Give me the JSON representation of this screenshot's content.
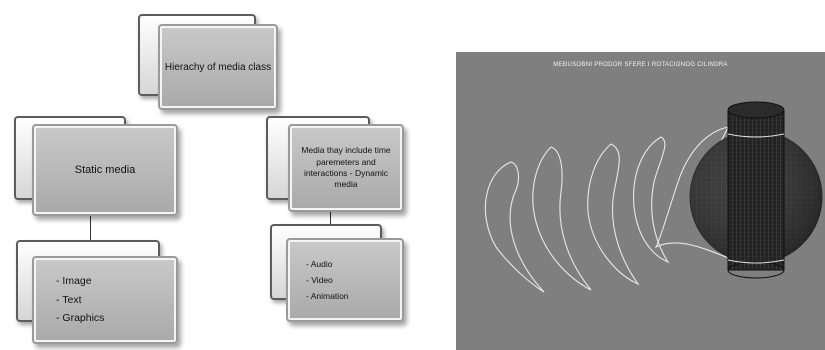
{
  "hierarchy": {
    "root": "Hierachy  of media class",
    "static": "Static media",
    "dynamic": "Media thay include time paremeters and interactions - Dynamic media",
    "static_items": [
      "- Image",
      "- Text",
      "- Graphics"
    ],
    "dynamic_items": [
      "- Audio",
      "- Video",
      "- Animation"
    ]
  },
  "render": {
    "title": "MEĐUSOBNI PRODOR SFERE I ROTACIONOG CILINDRA",
    "background": "#7f7f7f",
    "curve_color": "#e8e8e8"
  }
}
